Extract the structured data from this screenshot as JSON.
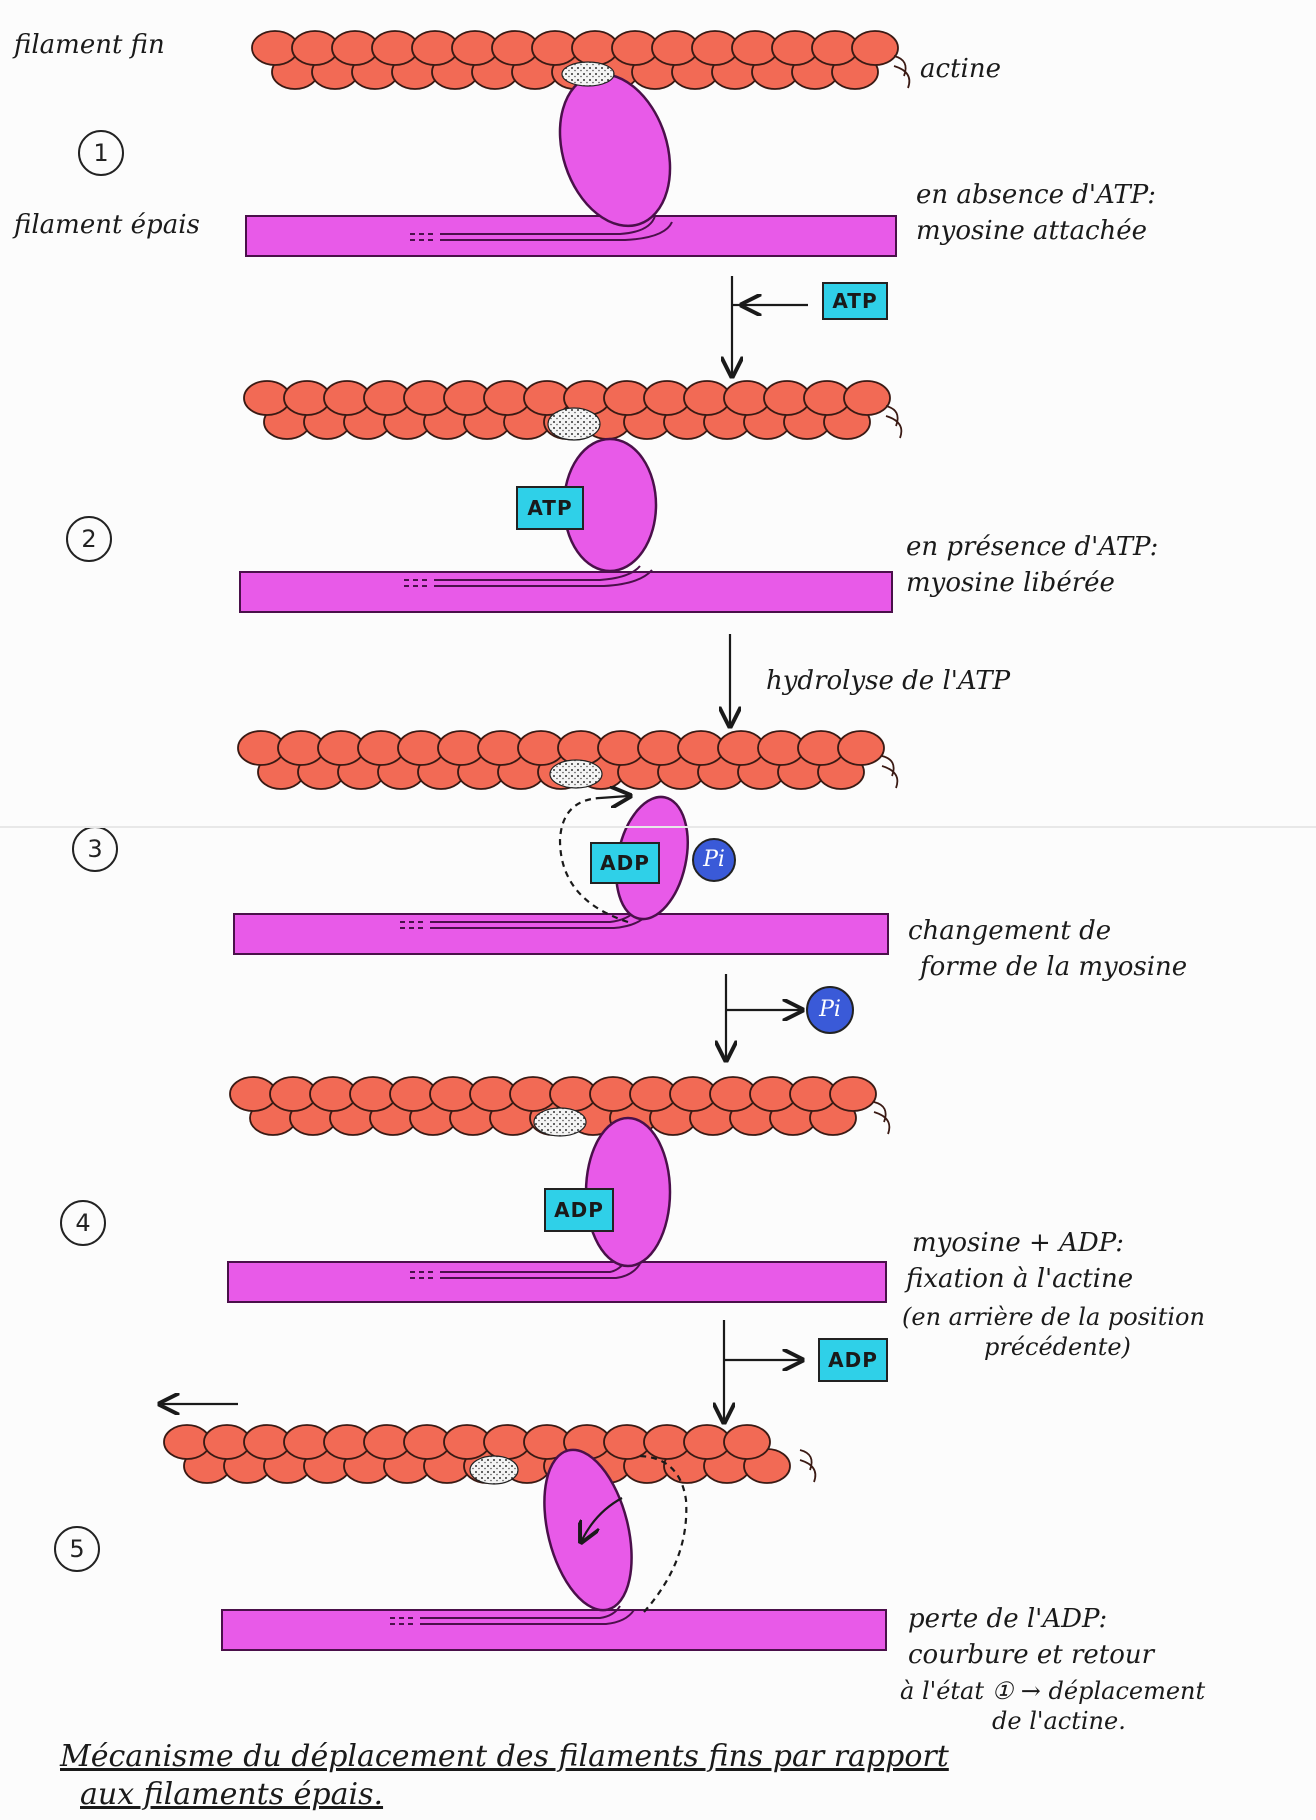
{
  "labels": {
    "thin_filament": "filament fin",
    "thick_filament": "filament épais",
    "actin": "actine"
  },
  "steps": [
    {
      "number": "1",
      "text_line1": "en absence d'ATP:",
      "text_line2": "myosine attachée"
    },
    {
      "number": "2",
      "text_line1": "en présence d'ATP:",
      "text_line2": "myosine libérée"
    },
    {
      "number": "3",
      "text_line1": "changement de",
      "text_line2": "forme de la myosine"
    },
    {
      "number": "4",
      "text_line1": "myosine + ADP:",
      "text_line2": "fixation à l'actine",
      "text_line3": "(en arrière de la position",
      "text_line4": "précédente)"
    },
    {
      "number": "5",
      "text_line1": "perte de l'ADP:",
      "text_line2": "courbure et retour",
      "text_line3": "à l'état ① → déplacement",
      "text_line4": "de l'actine."
    }
  ],
  "transitions": {
    "t1_box": "ATP",
    "t2_text": "hydrolyse de l'ATP",
    "t3_circle": "Pi",
    "t4_box": "ADP"
  },
  "head_labels": {
    "step2": "ATP",
    "step3_box": "ADP",
    "step3_circle": "Pi",
    "step4": "ADP"
  },
  "caption": {
    "line1": "Mécanisme du déplacement des filaments fins par rapport",
    "line2": "aux filaments épais."
  },
  "colors": {
    "actin": "#f26a55",
    "actin_stroke": "#3a1a14",
    "myosin": "#e85ae8",
    "myosin_stroke": "#4a104a",
    "molecule_box": "#2fd0e8",
    "phosphate": "#3a5ad8"
  },
  "icons": {
    "release_arrow": "arrow-right",
    "step_arrow": "arrow-down",
    "movement_arrow": "arrow-left",
    "rotation_arrow": "curved-arrow"
  }
}
